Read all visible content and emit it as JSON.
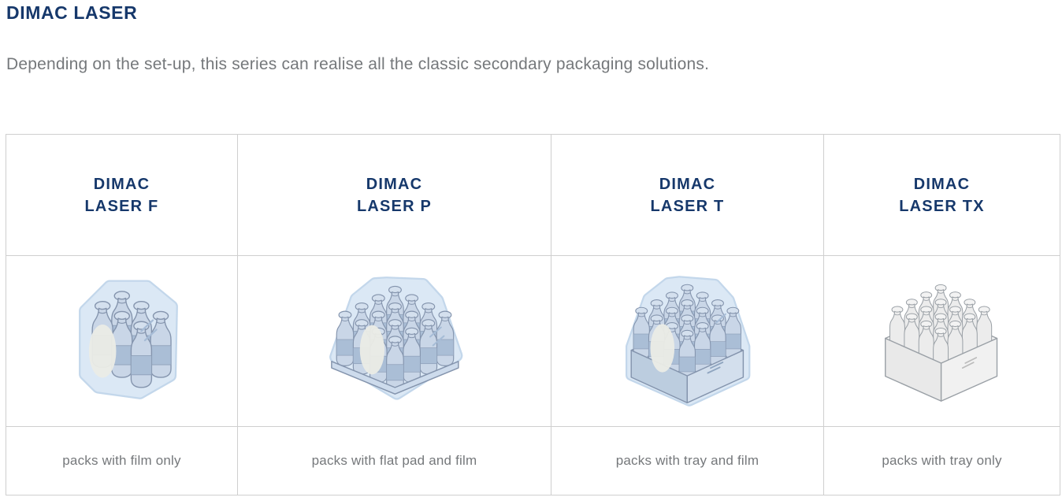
{
  "page": {
    "title": "DIMAC LASER",
    "description": "Depending on the set-up, this series can realise all the classic secondary packaging solutions."
  },
  "colors": {
    "heading_navy": "#16386b",
    "body_text_gray": "#75787b",
    "table_border_gray": "#cfcfcf",
    "film_blue_fill": "#dbe8f5",
    "film_blue_rim": "#c3d7eb",
    "bottle_blue_body": "#c9d6e7",
    "bottle_blue_cap": "#d4e0ee",
    "bottle_blue_band": "#aabed6",
    "bottle_blue_outline": "#8494ad",
    "highlight_white": "#ebece6",
    "tray_blue_left": "#bccddf",
    "tray_blue_right": "#d3dfed",
    "bottle_gray_body": "#ececec",
    "tray_gray_left": "#e9e9e9",
    "tray_gray_right": "#f1f1f1",
    "gray_outline": "#9aa0a6"
  },
  "table": {
    "columns": [
      {
        "name": "DIMAC\nLASER F",
        "icon": "pack-film-only-icon",
        "caption": "packs with film only"
      },
      {
        "name": "DIMAC\nLASER P",
        "icon": "pack-flat-pad-and-film-icon",
        "caption": "packs with flat pad and film"
      },
      {
        "name": "DIMAC\nLASER T",
        "icon": "pack-tray-and-film-icon",
        "caption": "packs with tray and film"
      },
      {
        "name": "DIMAC\nLASER TX",
        "icon": "pack-tray-only-icon",
        "caption": "packs with tray only"
      }
    ]
  }
}
